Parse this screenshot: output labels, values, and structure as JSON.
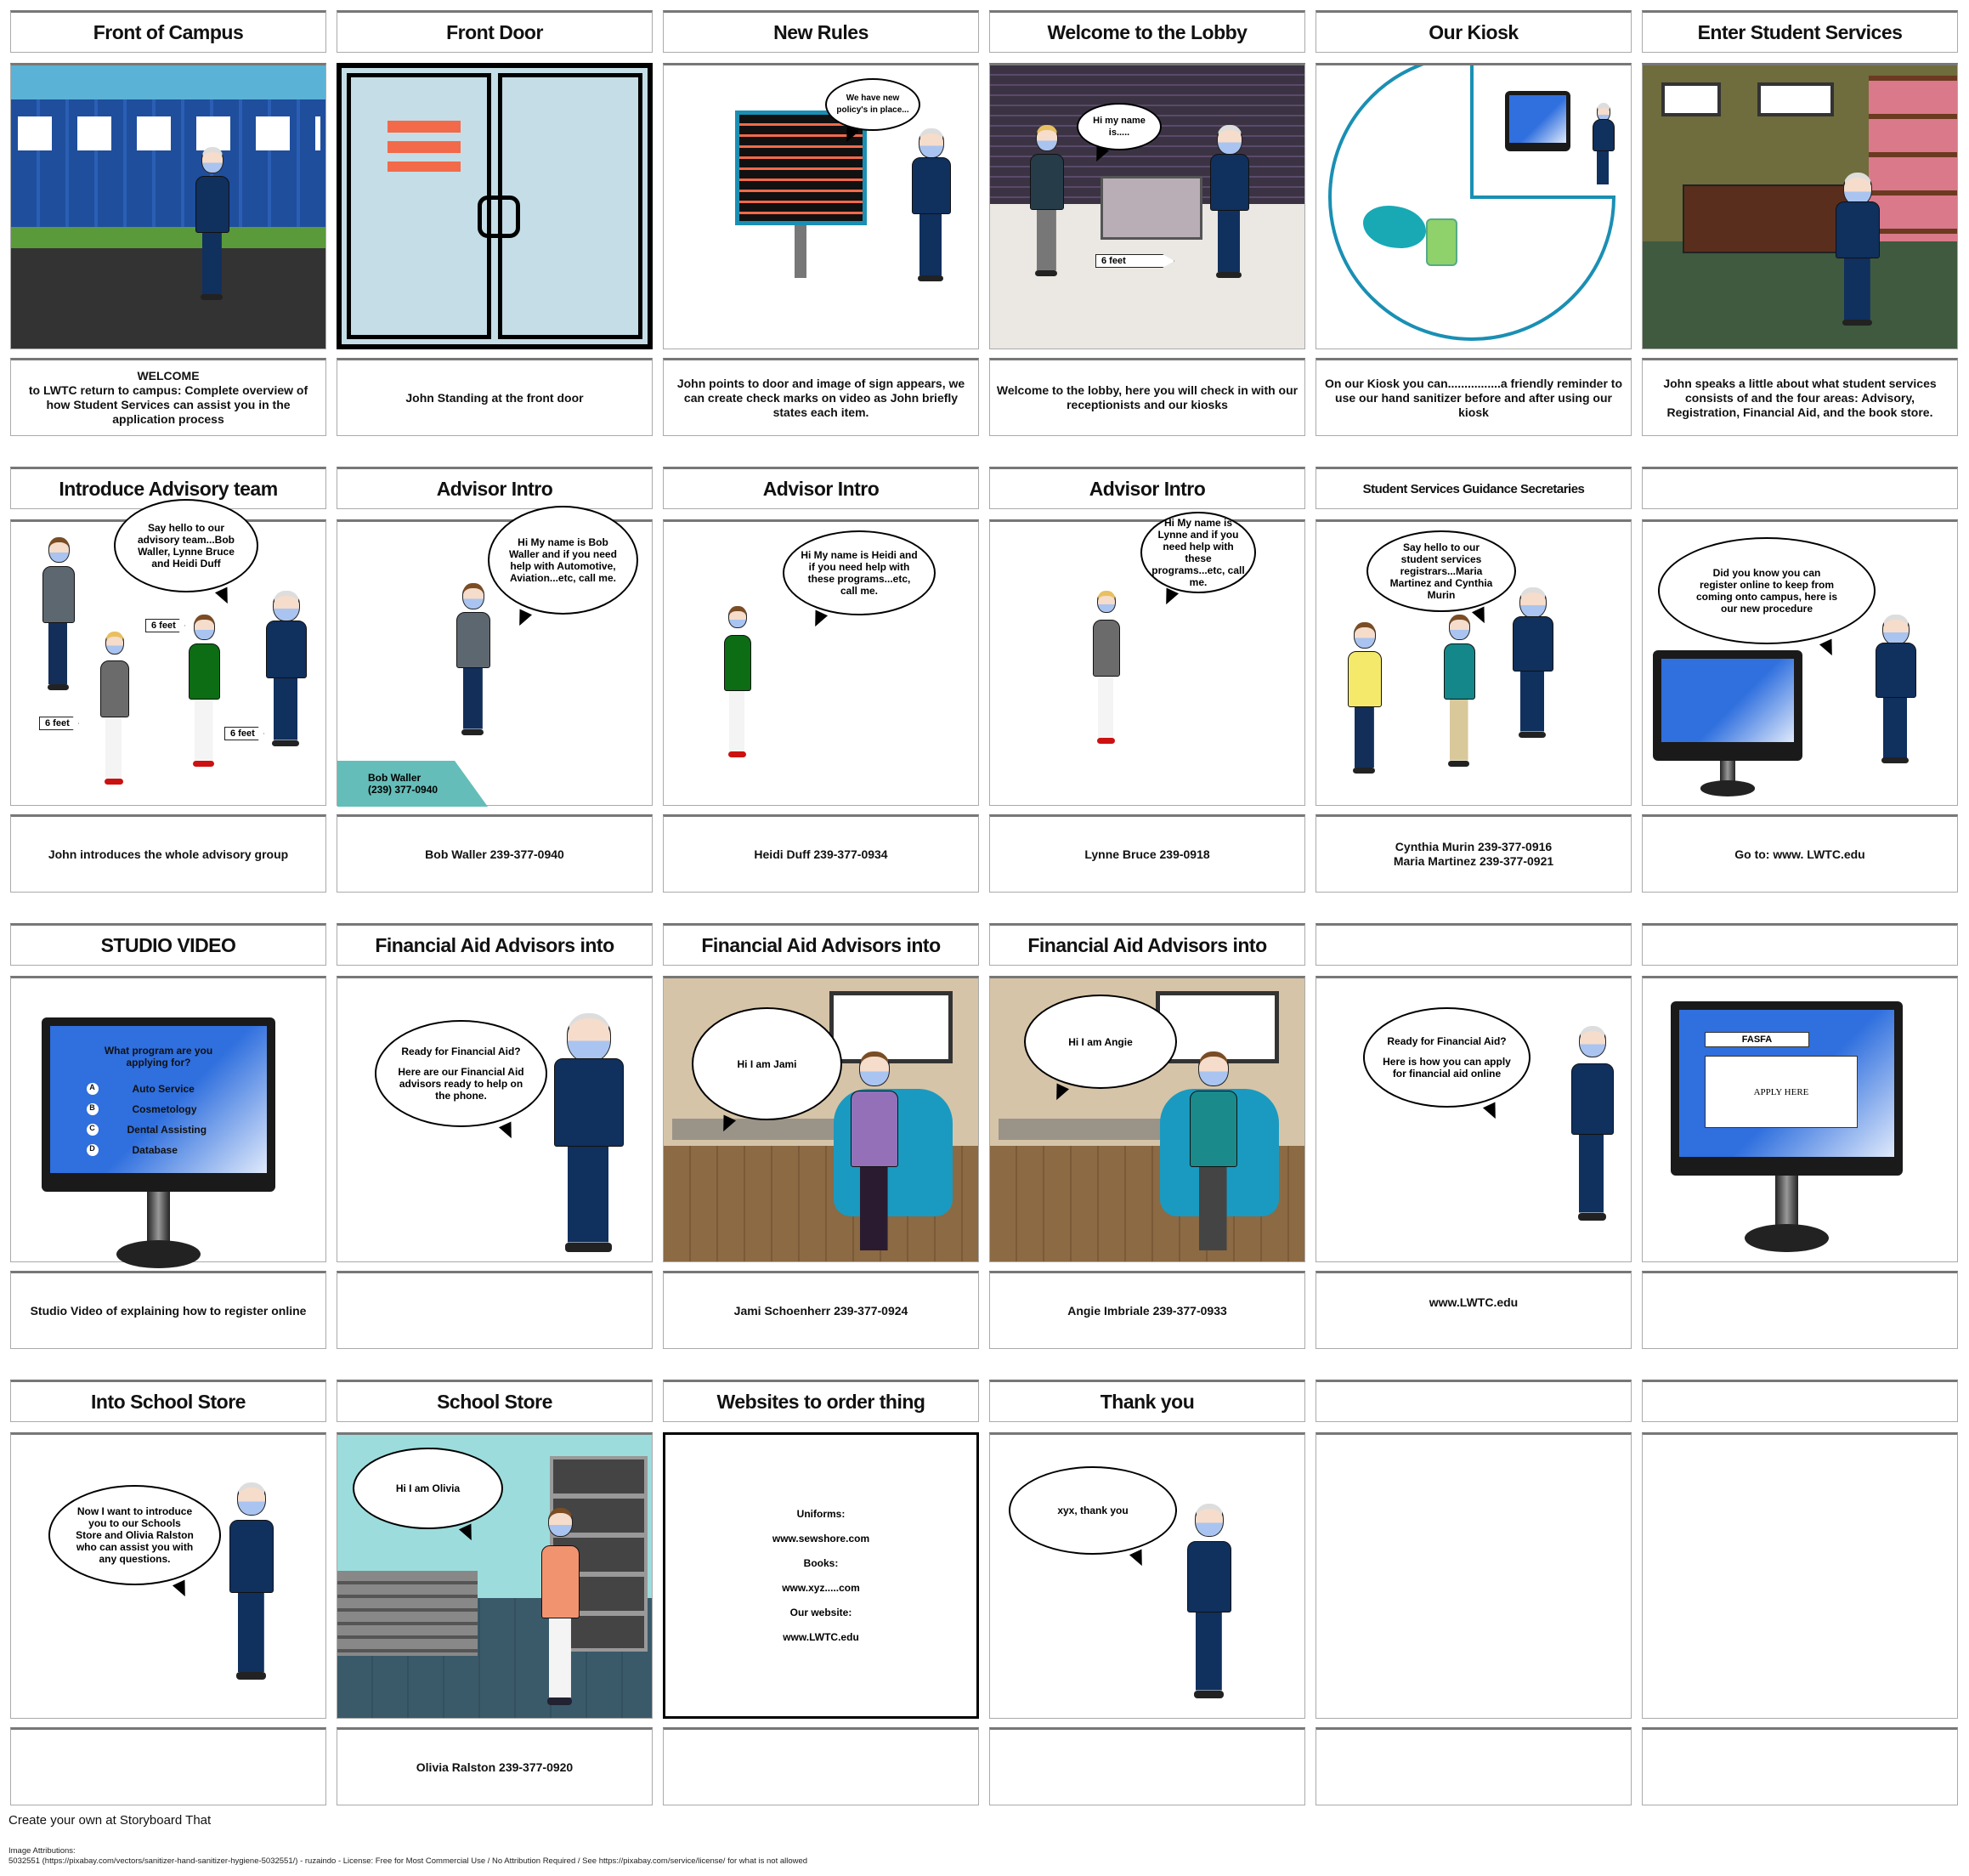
{
  "panels": [
    {
      "title": "Front of Campus",
      "desc": [
        "WELCOME",
        "to LWTC return to campus: Complete overview of how Student Services can assist you in the application process"
      ]
    },
    {
      "title": "Front Door",
      "desc": [
        "John Standing at the front door"
      ]
    },
    {
      "title": "New Rules",
      "desc": [
        "John points to door and image of sign appears, we can create check marks on video as John briefly states each item."
      ],
      "bubble": "We have new policy's in place..."
    },
    {
      "title": "Welcome to the Lobby",
      "desc": [
        "Welcome to the lobby, here you will check in with our receptionists and our kiosks"
      ],
      "bubble": "Hi my name is.....",
      "sign": "6 feet"
    },
    {
      "title": "Our Kiosk",
      "desc": [
        "On our Kiosk you can................a friendly reminder to use our hand sanitizer before and after using our kiosk"
      ]
    },
    {
      "title": "Enter Student Services",
      "desc": [
        "John speaks a little about what student services consists of and the four areas: Advisory, Registration, Financial Aid, and the book store."
      ]
    },
    {
      "title": "Introduce Advisory team",
      "desc": [
        "John introduces the whole advisory group"
      ],
      "bubble": "Say hello to our advisory team...Bob Waller, Lynne Bruce and Heidi Duff",
      "signs": [
        "6 feet",
        "6 feet",
        "6 feet"
      ]
    },
    {
      "title": "Advisor Intro",
      "desc": [
        "Bob Waller 239-377-0940"
      ],
      "bubble": "Hi My name is Bob Waller and if you need help with Automotive, Aviation...etc, call me.",
      "label": [
        "Bob Waller",
        "(239) 377-0940"
      ]
    },
    {
      "title": "Advisor Intro",
      "desc": [
        "Heidi Duff 239-377-0934"
      ],
      "bubble": "Hi My name is Heidi and if you need help with these programs...etc, call me."
    },
    {
      "title": "Advisor Intro",
      "desc": [
        "Lynne Bruce 239-0918"
      ],
      "bubble": "Hi My name is Lynne and if you need help with these programs...etc, call me."
    },
    {
      "title": "Student Services Guidance Secretaries",
      "desc": [
        "Cynthia Murin 239-377-0916",
        "Maria Martinez 239-377-0921"
      ],
      "bubble": "Say hello to our student services registrars...Maria Martinez and Cynthia Murin"
    },
    {
      "title": "",
      "desc": [
        "Go to: www. LWTC.edu"
      ],
      "bubble": "Did you know you can register online to keep from coming onto campus, here is our new procedure"
    },
    {
      "title": "STUDIO VIDEO",
      "desc": [
        "Studio Video of explaining how to register online"
      ],
      "screen": {
        "question": "What program are you applying for?",
        "options": [
          {
            "key": "A",
            "label": "Auto Service"
          },
          {
            "key": "B",
            "label": "Cosmetology"
          },
          {
            "key": "C",
            "label": "Dental Assisting"
          },
          {
            "key": "D",
            "label": "Database"
          }
        ]
      }
    },
    {
      "title": "Financial Aid Advisors into",
      "desc": [
        ""
      ],
      "bubble": [
        "Ready for Financial Aid?",
        "Here are our Financial Aid advisors ready to help on the phone."
      ]
    },
    {
      "title": "Financial Aid Advisors into",
      "desc": [
        "Jami Schoenherr 239-377-0924"
      ],
      "bubble": "Hi I am Jami"
    },
    {
      "title": "Financial Aid Advisors into",
      "desc": [
        "Angie Imbriale 239-377-0933"
      ],
      "bubble": "Hi I am Angie"
    },
    {
      "title": "",
      "desc": [
        "www.LWTC.edu"
      ],
      "bubble": [
        "Ready for Financial Aid?",
        "Here is how you can apply for financial aid online"
      ]
    },
    {
      "title": "",
      "desc": [
        ""
      ],
      "screen": {
        "tab": "FASFA",
        "button": "APPLY HERE"
      }
    },
    {
      "title": "Into School Store",
      "desc": [
        ""
      ],
      "bubble": "Now I want to introduce you to our Schools Store and Olivia Ralston who can assist you with any questions."
    },
    {
      "title": "School Store",
      "desc": [
        "Olivia Ralston 239-377-0920"
      ],
      "bubble": "Hi I am Olivia"
    },
    {
      "title": "Websites to order thing",
      "desc": [
        ""
      ],
      "lines": [
        "Uniforms:",
        "www.sewshore.com",
        "Books:",
        "www.xyz.....com",
        "Our website:",
        "www.LWTC.edu"
      ]
    },
    {
      "title": "Thank you",
      "desc": [
        ""
      ],
      "bubble": "xyx, thank you"
    },
    {
      "title": "",
      "desc": [
        ""
      ]
    },
    {
      "title": "",
      "desc": [
        ""
      ]
    }
  ],
  "footer": {
    "cta": "Create your own at Storyboard That",
    "attribution_heading": "Image Attributions:",
    "attribution": "5032551 (https://pixabay.com/vectors/sanitizer-hand-sanitizer-hygiene-5032551/) - ruzaindo - License: Free for Most Commercial Use / No Attribution Required / See https://pixabay.com/service/license/ for what is not allowed"
  },
  "colors": {
    "suit": "#10305e",
    "kiosk_ring": "#1a8fb3",
    "teal_label": "#64bdb8",
    "screen_blue": "#2f6fde"
  }
}
